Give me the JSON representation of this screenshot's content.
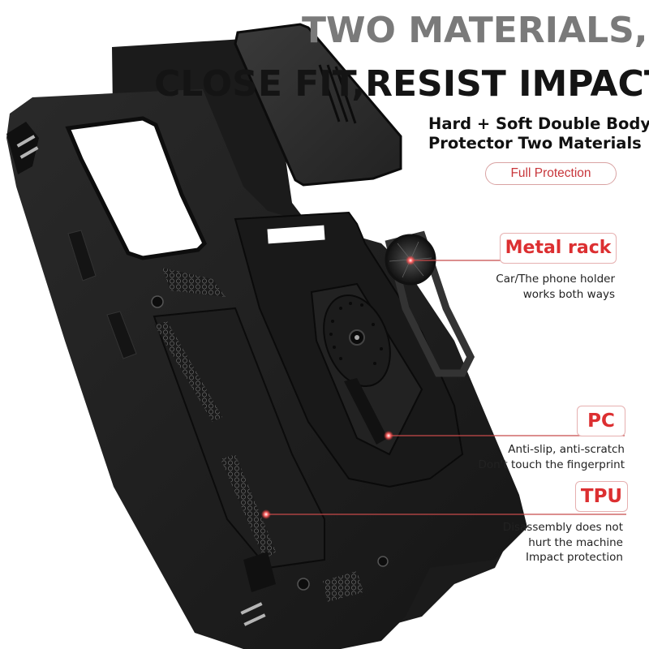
{
  "headline": {
    "line1": "TWO MATERIALS,",
    "line2": "CLOSE FIT,RESIST IMPACT"
  },
  "subtitle": {
    "line1": "Hard + Soft Double Body",
    "line2": "Protector Two Materials"
  },
  "badge": {
    "label": "Full Protection"
  },
  "callouts": [
    {
      "tag": "Metal rack",
      "lines": [
        "Car/The phone holder",
        "works both ways"
      ]
    },
    {
      "tag": "PC",
      "lines": [
        "Anti-slip, anti-scratch",
        "Don't touch the fingerprint"
      ]
    },
    {
      "tag": "TPU",
      "lines": [
        "Disassembly does not",
        "hurt the machine",
        "Impact protection"
      ]
    }
  ],
  "colors": {
    "accent_red": "#dc2f31",
    "case_black": "#1c1c1c",
    "headline_gray": "#7a7a7a"
  },
  "product": {
    "icon": "rugged-phone-case-with-camera-slider-and-ring-stand"
  }
}
